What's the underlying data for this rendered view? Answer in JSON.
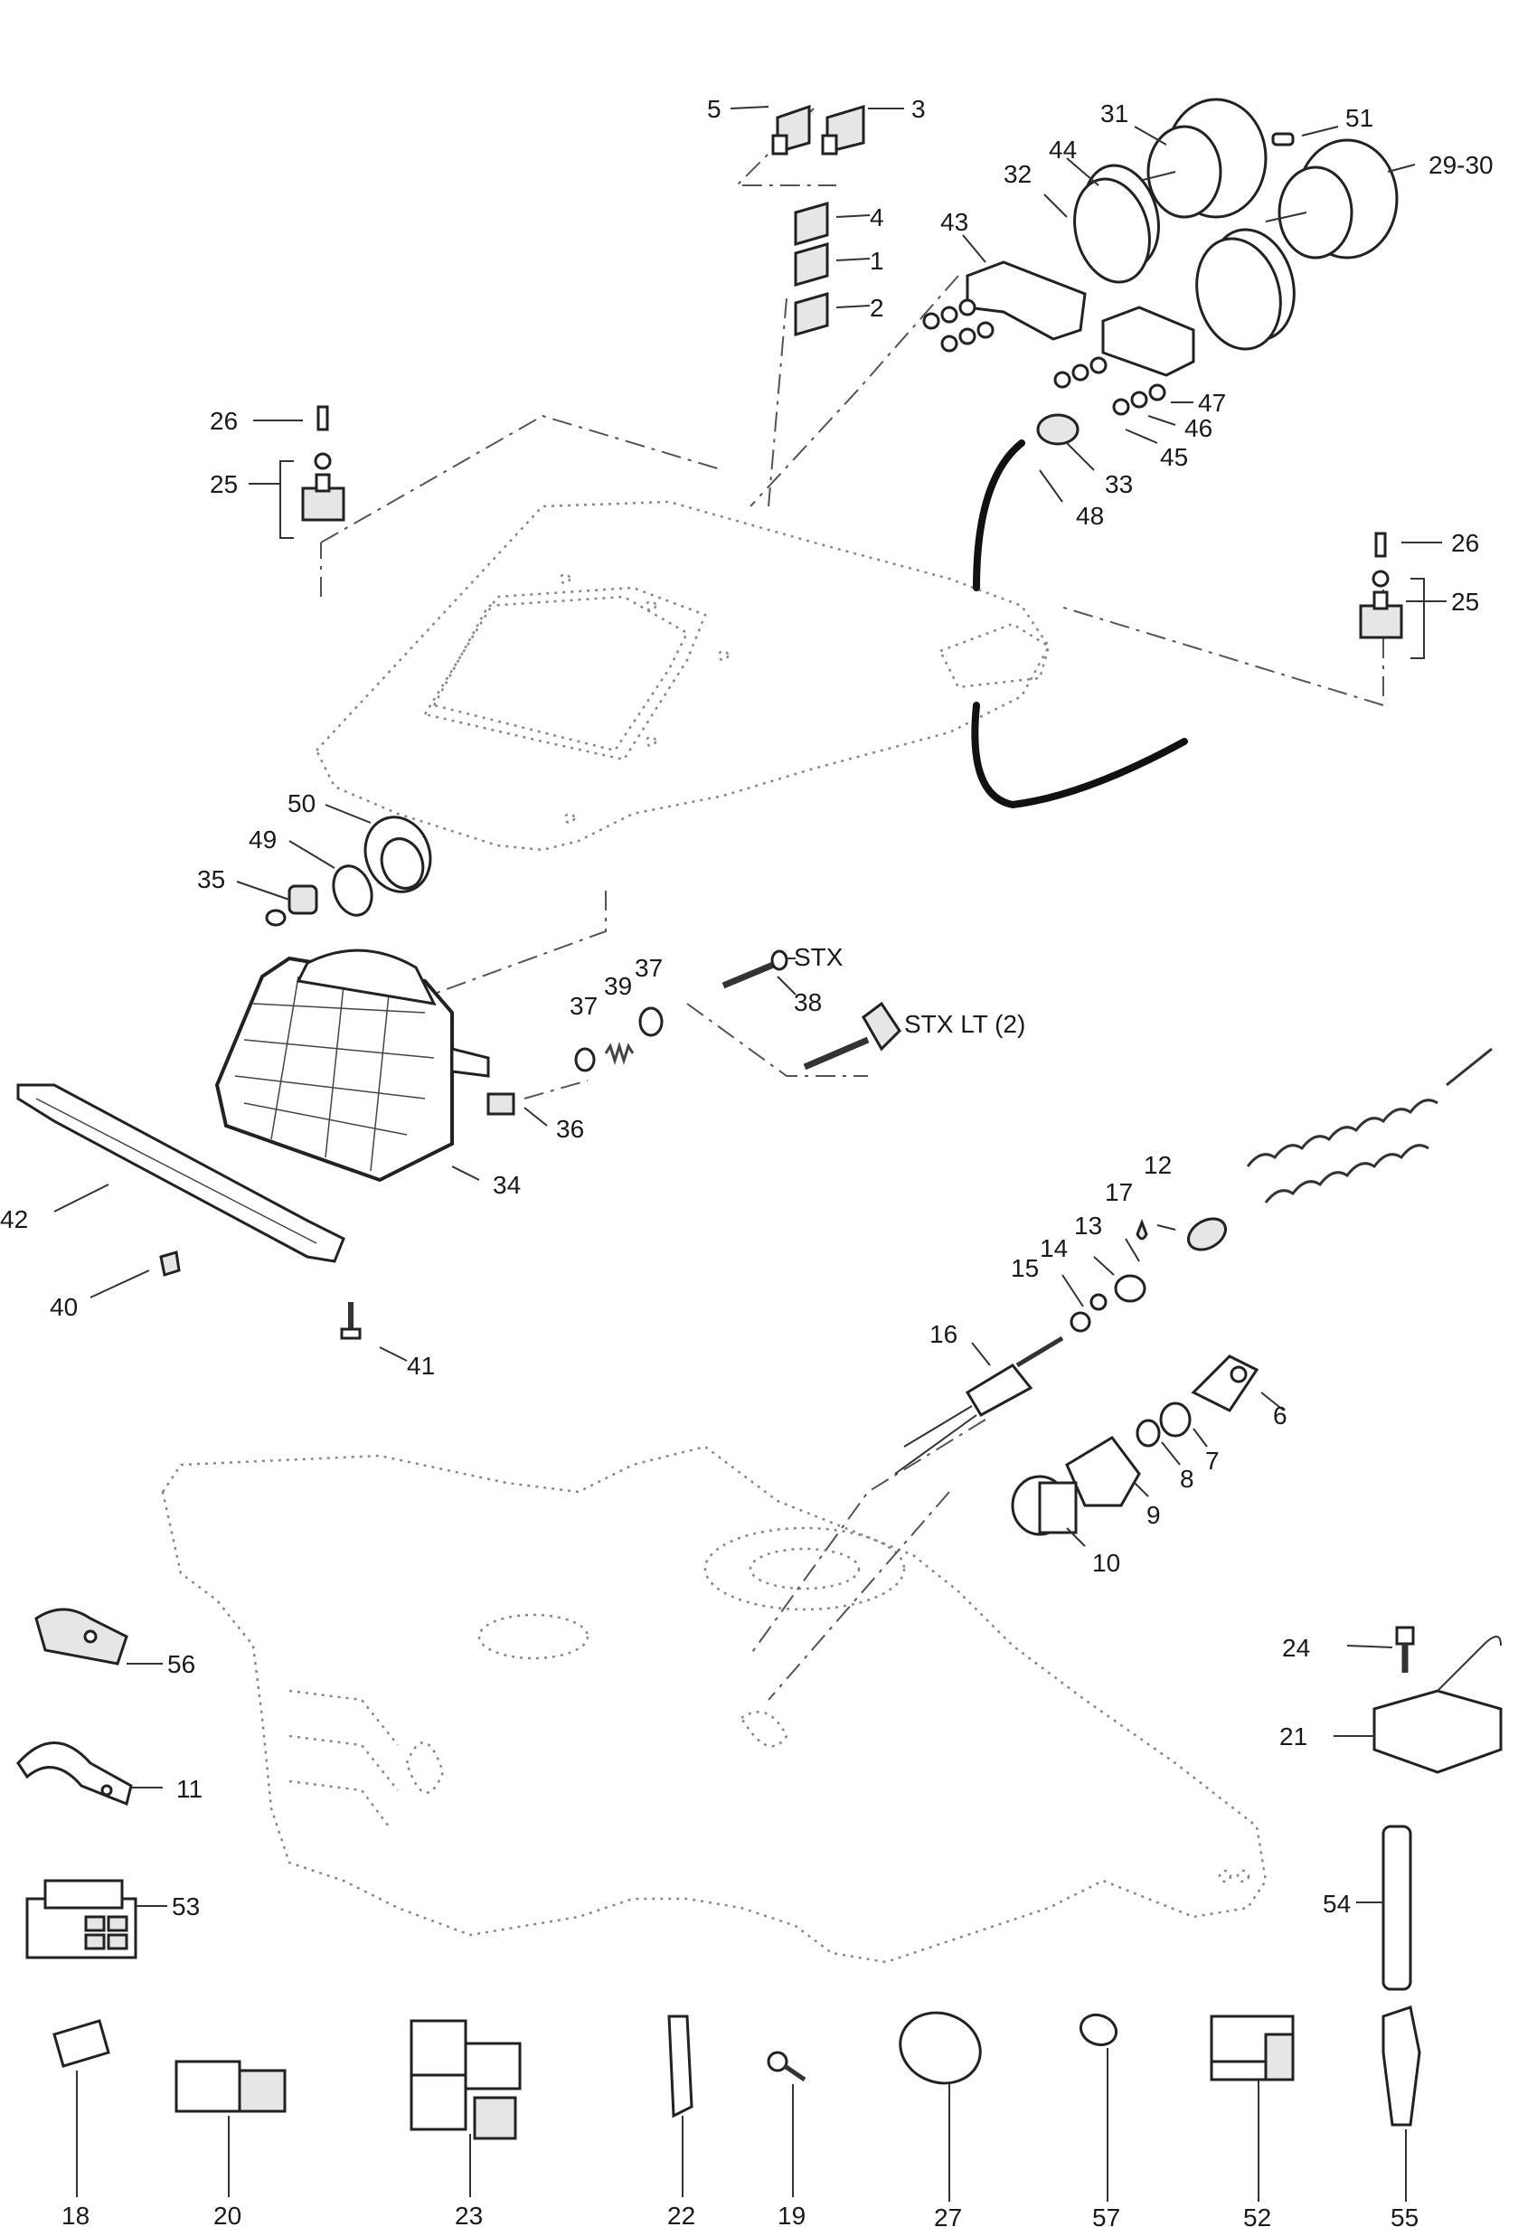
{
  "callouts": [
    {
      "id": "c5",
      "text": "5"
    },
    {
      "id": "c3",
      "text": "3"
    },
    {
      "id": "c4",
      "text": "4"
    },
    {
      "id": "c1",
      "text": "1"
    },
    {
      "id": "c2",
      "text": "2"
    },
    {
      "id": "c31",
      "text": "31"
    },
    {
      "id": "c51",
      "text": "51"
    },
    {
      "id": "c44",
      "text": "44"
    },
    {
      "id": "c32",
      "text": "32"
    },
    {
      "id": "c2930",
      "text": "29-30"
    },
    {
      "id": "c43",
      "text": "43"
    },
    {
      "id": "c47",
      "text": "47"
    },
    {
      "id": "c46",
      "text": "46"
    },
    {
      "id": "c45",
      "text": "45"
    },
    {
      "id": "c33",
      "text": "33"
    },
    {
      "id": "c48",
      "text": "48"
    },
    {
      "id": "c26a",
      "text": "26"
    },
    {
      "id": "c25a",
      "text": "25"
    },
    {
      "id": "c26b",
      "text": "26"
    },
    {
      "id": "c25b",
      "text": "25"
    },
    {
      "id": "c50",
      "text": "50"
    },
    {
      "id": "c49",
      "text": "49"
    },
    {
      "id": "c35",
      "text": "35"
    },
    {
      "id": "cstx",
      "text": "STX"
    },
    {
      "id": "c37a",
      "text": "37"
    },
    {
      "id": "c39",
      "text": "39"
    },
    {
      "id": "c37b",
      "text": "37"
    },
    {
      "id": "c38",
      "text": "38"
    },
    {
      "id": "cstxlt",
      "text": "STX LT (2)"
    },
    {
      "id": "c36",
      "text": "36"
    },
    {
      "id": "c34",
      "text": "34"
    },
    {
      "id": "c42",
      "text": "42"
    },
    {
      "id": "c40",
      "text": "40"
    },
    {
      "id": "c41",
      "text": "41"
    },
    {
      "id": "c17",
      "text": "17"
    },
    {
      "id": "c12",
      "text": "12"
    },
    {
      "id": "c13",
      "text": "13"
    },
    {
      "id": "c14",
      "text": "14"
    },
    {
      "id": "c15",
      "text": "15"
    },
    {
      "id": "c16",
      "text": "16"
    },
    {
      "id": "c6",
      "text": "6"
    },
    {
      "id": "c7",
      "text": "7"
    },
    {
      "id": "c8",
      "text": "8"
    },
    {
      "id": "c9",
      "text": "9"
    },
    {
      "id": "c10",
      "text": "10"
    },
    {
      "id": "c56",
      "text": "56"
    },
    {
      "id": "c24",
      "text": "24"
    },
    {
      "id": "c21",
      "text": "21"
    },
    {
      "id": "c11",
      "text": "11"
    },
    {
      "id": "c53",
      "text": "53"
    },
    {
      "id": "c54",
      "text": "54"
    },
    {
      "id": "c18",
      "text": "18"
    },
    {
      "id": "c20",
      "text": "20"
    },
    {
      "id": "c23",
      "text": "23"
    },
    {
      "id": "c22",
      "text": "22"
    },
    {
      "id": "c19",
      "text": "19"
    },
    {
      "id": "c27",
      "text": "27"
    },
    {
      "id": "c57",
      "text": "57"
    },
    {
      "id": "c52",
      "text": "52"
    },
    {
      "id": "c55",
      "text": "55"
    }
  ]
}
